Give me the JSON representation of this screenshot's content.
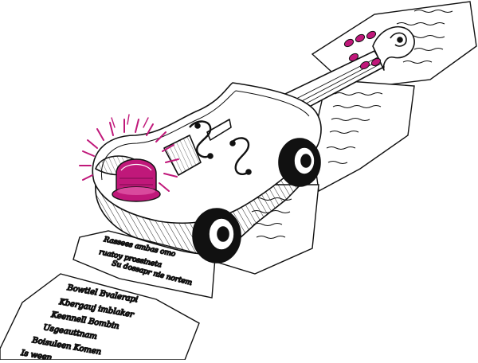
{
  "palette": {
    "ink": "#111111",
    "paper": "#ffffff",
    "accent": "#c0187a"
  },
  "icons": [
    "violin-car",
    "siren-light",
    "sheet-music-pages",
    "wheel",
    "tuning-pegs"
  ],
  "handwriting": {
    "page_near_1": "Rassees ambas omo",
    "page_near_2": "ruatoy prossineta",
    "page_near_3": "Su dossapr nie nortem",
    "page_front_1": "Bowtiel Bvalerapi",
    "page_front_2": "Kbergauj imblaker",
    "page_front_3": "Keennell Bombin",
    "page_front_4": "Usgeauttnam",
    "page_front_5": "Boisuleen Komen",
    "page_front_6": "Is ween"
  }
}
